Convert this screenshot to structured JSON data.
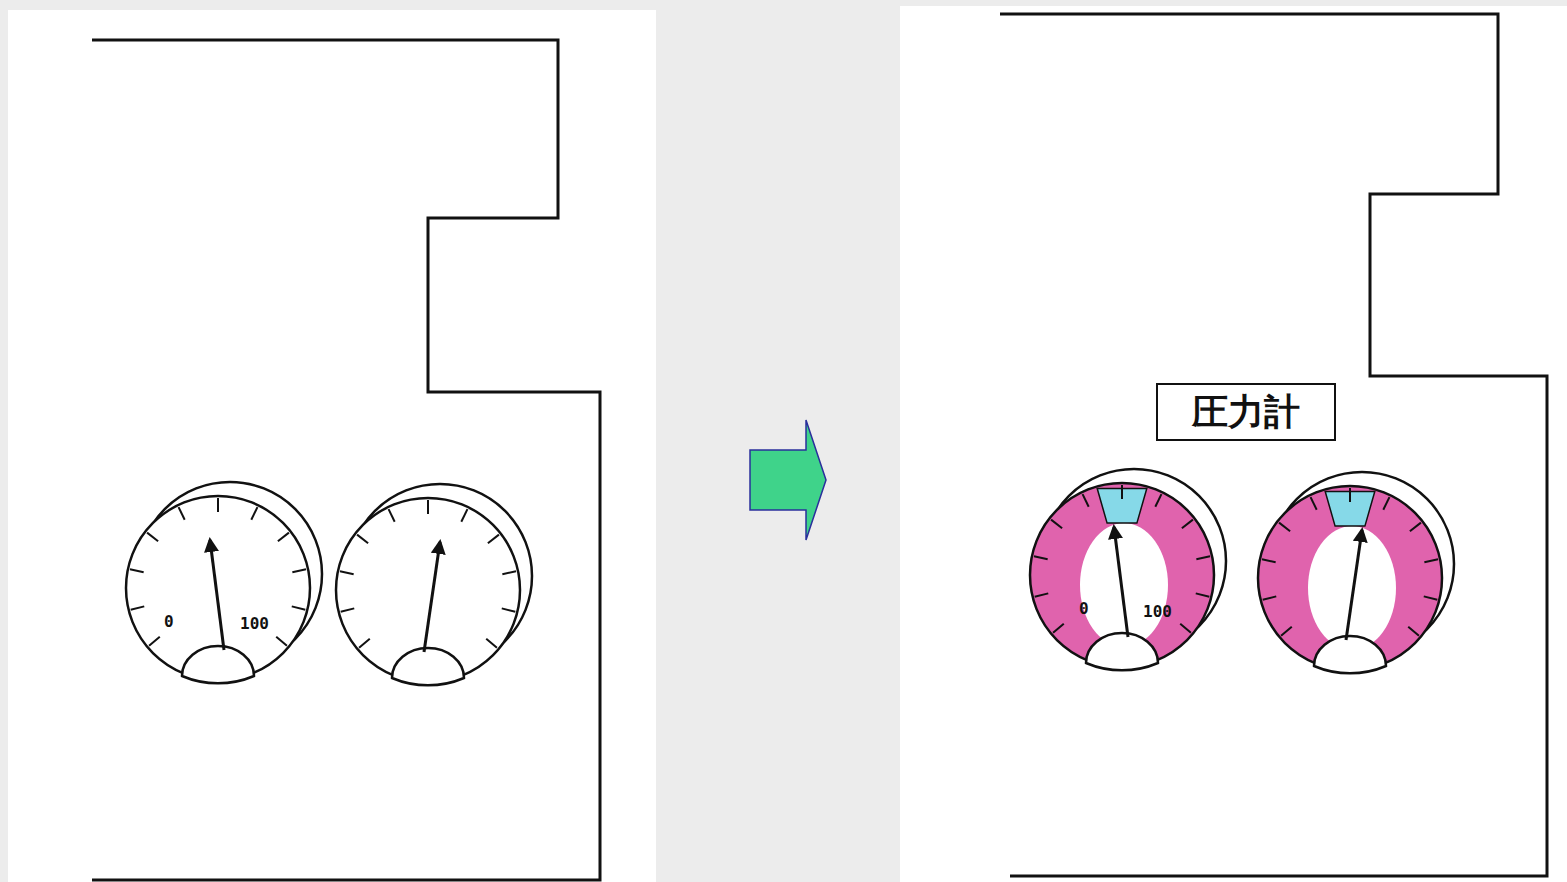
{
  "diagram": {
    "nodes": [
      {
        "text": [
          "圧力計"
        ]
      }
    ],
    "labels": [
      "0",
      "100",
      "0",
      "100"
    ]
  }
}
